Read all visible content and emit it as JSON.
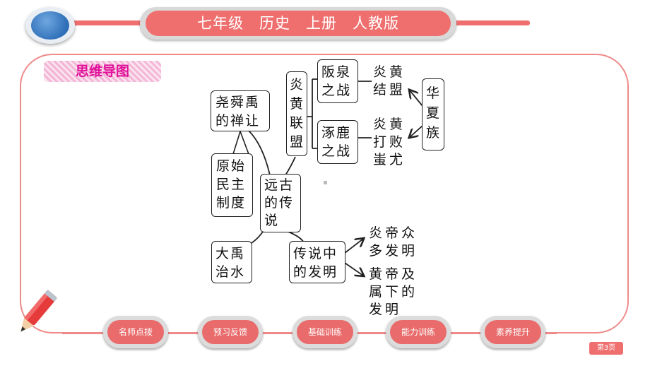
{
  "header": {
    "title": "七年级　历史　上册　人教版"
  },
  "section_label": "思维导图",
  "mindmap": {
    "center": "远古的传说",
    "yao_shun_yu": "尧舜禹的禅让",
    "primitive_democracy": "原始民主制度",
    "yandi_huangdi_alliance": "炎黄联盟",
    "banquan_battle": "阪泉之战",
    "zhuolu_battle": "涿鹿之战",
    "yan_huang_unite": "炎黄结盟",
    "yan_huang_defeat": "炎黄打败蚩尤",
    "huaxia": "华夏族",
    "da_yu": "大禹治水",
    "inventions": "传说中的发明",
    "yandi_inventions": "炎帝众多发明",
    "huangdi_inventions": "黄帝及属下的发明"
  },
  "nav": {
    "items": [
      "名师点拨",
      "预习反馈",
      "基础训练",
      "能力训练",
      "素养提升"
    ]
  },
  "page_indicator": "第3页",
  "colors": {
    "accent": "#ef6f6f",
    "label_text": "#e0119a",
    "logo": "#2f6fb8"
  }
}
